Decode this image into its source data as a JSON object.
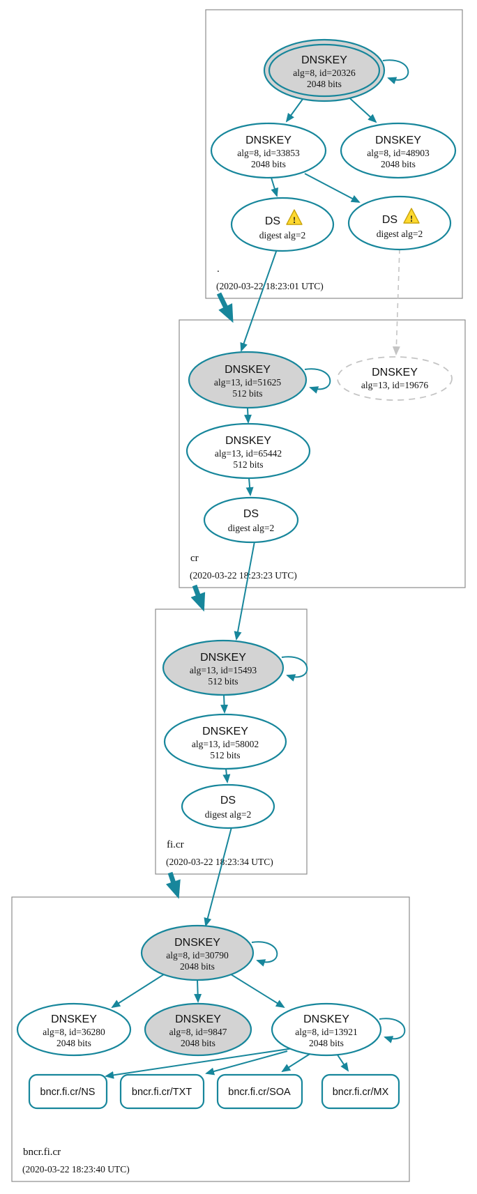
{
  "colors": {
    "edge_teal": "#17869b",
    "ksk_fill_gray": "#d3d3d3",
    "dashed_gray": "#c4c4c4",
    "zone_box_border": "#8c8c8c",
    "warning_yellow": "#ffd930",
    "background": "#ffffff"
  },
  "icons": {
    "warning_glyph": "!"
  },
  "zones": [
    {
      "label": ".",
      "timestamp": "(2020-03-22 18:23:01 UTC)",
      "nodes": [
        {
          "name": "dnskey-20326",
          "title": "DNSKEY",
          "detail": "alg=8, id=20326",
          "bits": "2048 bits",
          "style": "filled-double-ring",
          "self_signed": true
        },
        {
          "name": "dnskey-33853",
          "title": "DNSKEY",
          "detail": "alg=8, id=33853",
          "bits": "2048 bits",
          "style": "plain"
        },
        {
          "name": "dnskey-48903",
          "title": "DNSKEY",
          "detail": "alg=8, id=48903",
          "bits": "2048 bits",
          "style": "plain"
        },
        {
          "name": "ds-left",
          "title": "DS",
          "detail": "digest alg=2",
          "warning": true
        },
        {
          "name": "ds-right",
          "title": "DS",
          "detail": "digest alg=2",
          "warning": true
        }
      ]
    },
    {
      "label": "cr",
      "timestamp": "(2020-03-22 18:23:23 UTC)",
      "nodes": [
        {
          "name": "dnskey-51625",
          "title": "DNSKEY",
          "detail": "alg=13, id=51625",
          "bits": "512 bits",
          "style": "filled",
          "self_signed": true
        },
        {
          "name": "dnskey-19676",
          "title": "DNSKEY",
          "detail": "alg=13, id=19676",
          "style": "dashed-nonexistent"
        },
        {
          "name": "dnskey-65442",
          "title": "DNSKEY",
          "detail": "alg=13, id=65442",
          "bits": "512 bits",
          "style": "plain"
        },
        {
          "name": "ds",
          "title": "DS",
          "detail": "digest alg=2",
          "warning": false
        }
      ]
    },
    {
      "label": "fi.cr",
      "timestamp": "(2020-03-22 18:23:34 UTC)",
      "nodes": [
        {
          "name": "dnskey-15493",
          "title": "DNSKEY",
          "detail": "alg=13, id=15493",
          "bits": "512 bits",
          "style": "filled",
          "self_signed": true
        },
        {
          "name": "dnskey-58002",
          "title": "DNSKEY",
          "detail": "alg=13, id=58002",
          "bits": "512 bits",
          "style": "plain"
        },
        {
          "name": "ds",
          "title": "DS",
          "detail": "digest alg=2",
          "warning": false
        }
      ]
    },
    {
      "label": "bncr.fi.cr",
      "timestamp": "(2020-03-22 18:23:40 UTC)",
      "nodes": [
        {
          "name": "dnskey-30790",
          "title": "DNSKEY",
          "detail": "alg=8, id=30790",
          "bits": "2048 bits",
          "style": "filled",
          "self_signed": true
        },
        {
          "name": "dnskey-36280",
          "title": "DNSKEY",
          "detail": "alg=8, id=36280",
          "bits": "2048 bits",
          "style": "plain"
        },
        {
          "name": "dnskey-9847",
          "title": "DNSKEY",
          "detail": "alg=8, id=9847",
          "bits": "2048 bits",
          "style": "filled"
        },
        {
          "name": "dnskey-13921",
          "title": "DNSKEY",
          "detail": "alg=8, id=13921",
          "bits": "2048 bits",
          "style": "plain",
          "self_signed": true
        },
        {
          "name": "rrset-ns",
          "label": "bncr.fi.cr/NS"
        },
        {
          "name": "rrset-txt",
          "label": "bncr.fi.cr/TXT"
        },
        {
          "name": "rrset-soa",
          "label": "bncr.fi.cr/SOA"
        },
        {
          "name": "rrset-mx",
          "label": "bncr.fi.cr/MX"
        }
      ]
    }
  ],
  "edges": [
    {
      "from": ".:dnskey-20326",
      "to": ".:dnskey-20326",
      "type": "self-signature"
    },
    {
      "from": ".:dnskey-20326",
      "to": ".:dnskey-33853",
      "type": "signature"
    },
    {
      "from": ".:dnskey-20326",
      "to": ".:dnskey-48903",
      "type": "signature"
    },
    {
      "from": ".:dnskey-33853",
      "to": ".:ds-left",
      "type": "signature"
    },
    {
      "from": ".:dnskey-33853",
      "to": ".:ds-right",
      "type": "signature"
    },
    {
      "from": ".:ds-left",
      "to": "cr:dnskey-51625",
      "type": "digest"
    },
    {
      "from": ".:ds-right",
      "to": "cr:dnskey-19676",
      "type": "digest-dashed"
    },
    {
      "from": ".",
      "to": "cr",
      "type": "delegation"
    },
    {
      "from": "cr:dnskey-51625",
      "to": "cr:dnskey-51625",
      "type": "self-signature"
    },
    {
      "from": "cr:dnskey-51625",
      "to": "cr:dnskey-65442",
      "type": "signature"
    },
    {
      "from": "cr:dnskey-65442",
      "to": "cr:ds",
      "type": "signature"
    },
    {
      "from": "cr:ds",
      "to": "fi.cr:dnskey-15493",
      "type": "digest"
    },
    {
      "from": "cr",
      "to": "fi.cr",
      "type": "delegation"
    },
    {
      "from": "fi.cr:dnskey-15493",
      "to": "fi.cr:dnskey-15493",
      "type": "self-signature"
    },
    {
      "from": "fi.cr:dnskey-15493",
      "to": "fi.cr:dnskey-58002",
      "type": "signature"
    },
    {
      "from": "fi.cr:dnskey-58002",
      "to": "fi.cr:ds",
      "type": "signature"
    },
    {
      "from": "fi.cr:ds",
      "to": "bncr.fi.cr:dnskey-30790",
      "type": "digest"
    },
    {
      "from": "fi.cr",
      "to": "bncr.fi.cr",
      "type": "delegation"
    },
    {
      "from": "bncr.fi.cr:dnskey-30790",
      "to": "bncr.fi.cr:dnskey-30790",
      "type": "self-signature"
    },
    {
      "from": "bncr.fi.cr:dnskey-30790",
      "to": "bncr.fi.cr:dnskey-36280",
      "type": "signature"
    },
    {
      "from": "bncr.fi.cr:dnskey-30790",
      "to": "bncr.fi.cr:dnskey-9847",
      "type": "signature"
    },
    {
      "from": "bncr.fi.cr:dnskey-30790",
      "to": "bncr.fi.cr:dnskey-13921",
      "type": "signature"
    },
    {
      "from": "bncr.fi.cr:dnskey-13921",
      "to": "bncr.fi.cr:dnskey-13921",
      "type": "self-signature"
    },
    {
      "from": "bncr.fi.cr:dnskey-13921",
      "to": "bncr.fi.cr:rrset-ns",
      "type": "signature"
    },
    {
      "from": "bncr.fi.cr:dnskey-13921",
      "to": "bncr.fi.cr:rrset-txt",
      "type": "signature"
    },
    {
      "from": "bncr.fi.cr:dnskey-13921",
      "to": "bncr.fi.cr:rrset-soa",
      "type": "signature"
    },
    {
      "from": "bncr.fi.cr:dnskey-13921",
      "to": "bncr.fi.cr:rrset-mx",
      "type": "signature"
    }
  ]
}
